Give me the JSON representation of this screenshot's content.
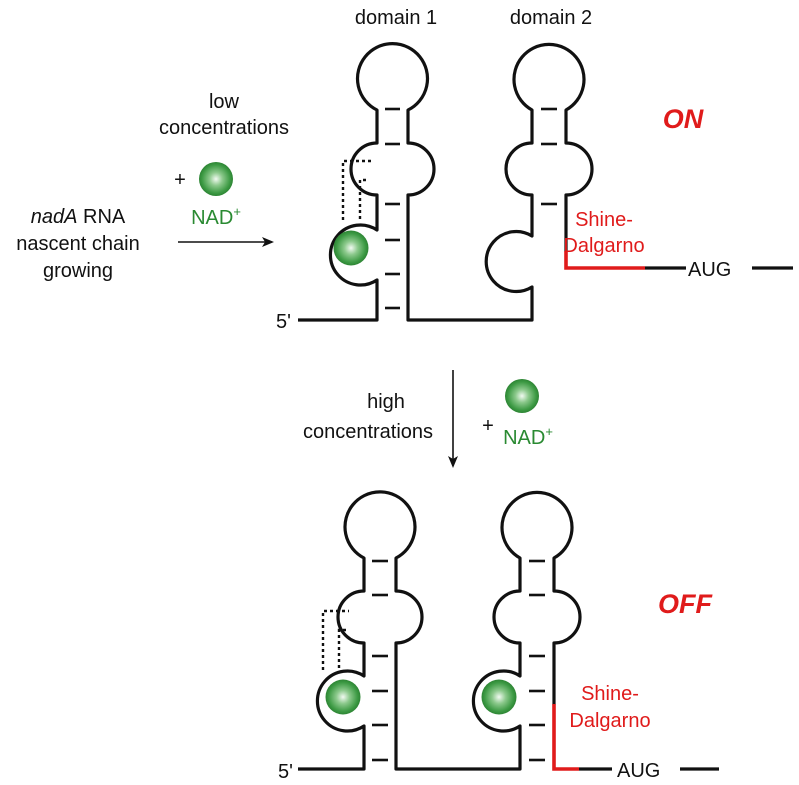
{
  "title": "NAD+ riboswitch regulation of nadA translation",
  "colors": {
    "ligand_green": "#2a8a32",
    "shine_dalgarno_red": "#e01b1b",
    "rna_black": "#111111"
  },
  "labels": {
    "domain1": "domain 1",
    "domain2": "domain 2",
    "low_line1": "low",
    "low_line2": "concentrations",
    "plus": "+",
    "ligand": "NAD",
    "ligand_charge": "+",
    "nascent_italic": "nadA",
    "nascent_line1_rest": " RNA",
    "nascent_line2": "nascent chain",
    "nascent_line3": "growing",
    "five_prime": "5'",
    "sd_line1": "Shine-",
    "sd_line2": "Dalgarno",
    "start_codon": "AUG",
    "state_on": "ON",
    "state_off": "OFF",
    "high_line1": "high",
    "high_line2": "concentrations"
  },
  "states": [
    {
      "name": "ON",
      "condition": "low concentrations",
      "domain1_ligand_bound": true,
      "domain2_ligand_bound": false,
      "sd_accessible": true
    },
    {
      "name": "OFF",
      "condition": "high concentrations",
      "domain1_ligand_bound": true,
      "domain2_ligand_bound": true,
      "sd_accessible": false
    }
  ]
}
